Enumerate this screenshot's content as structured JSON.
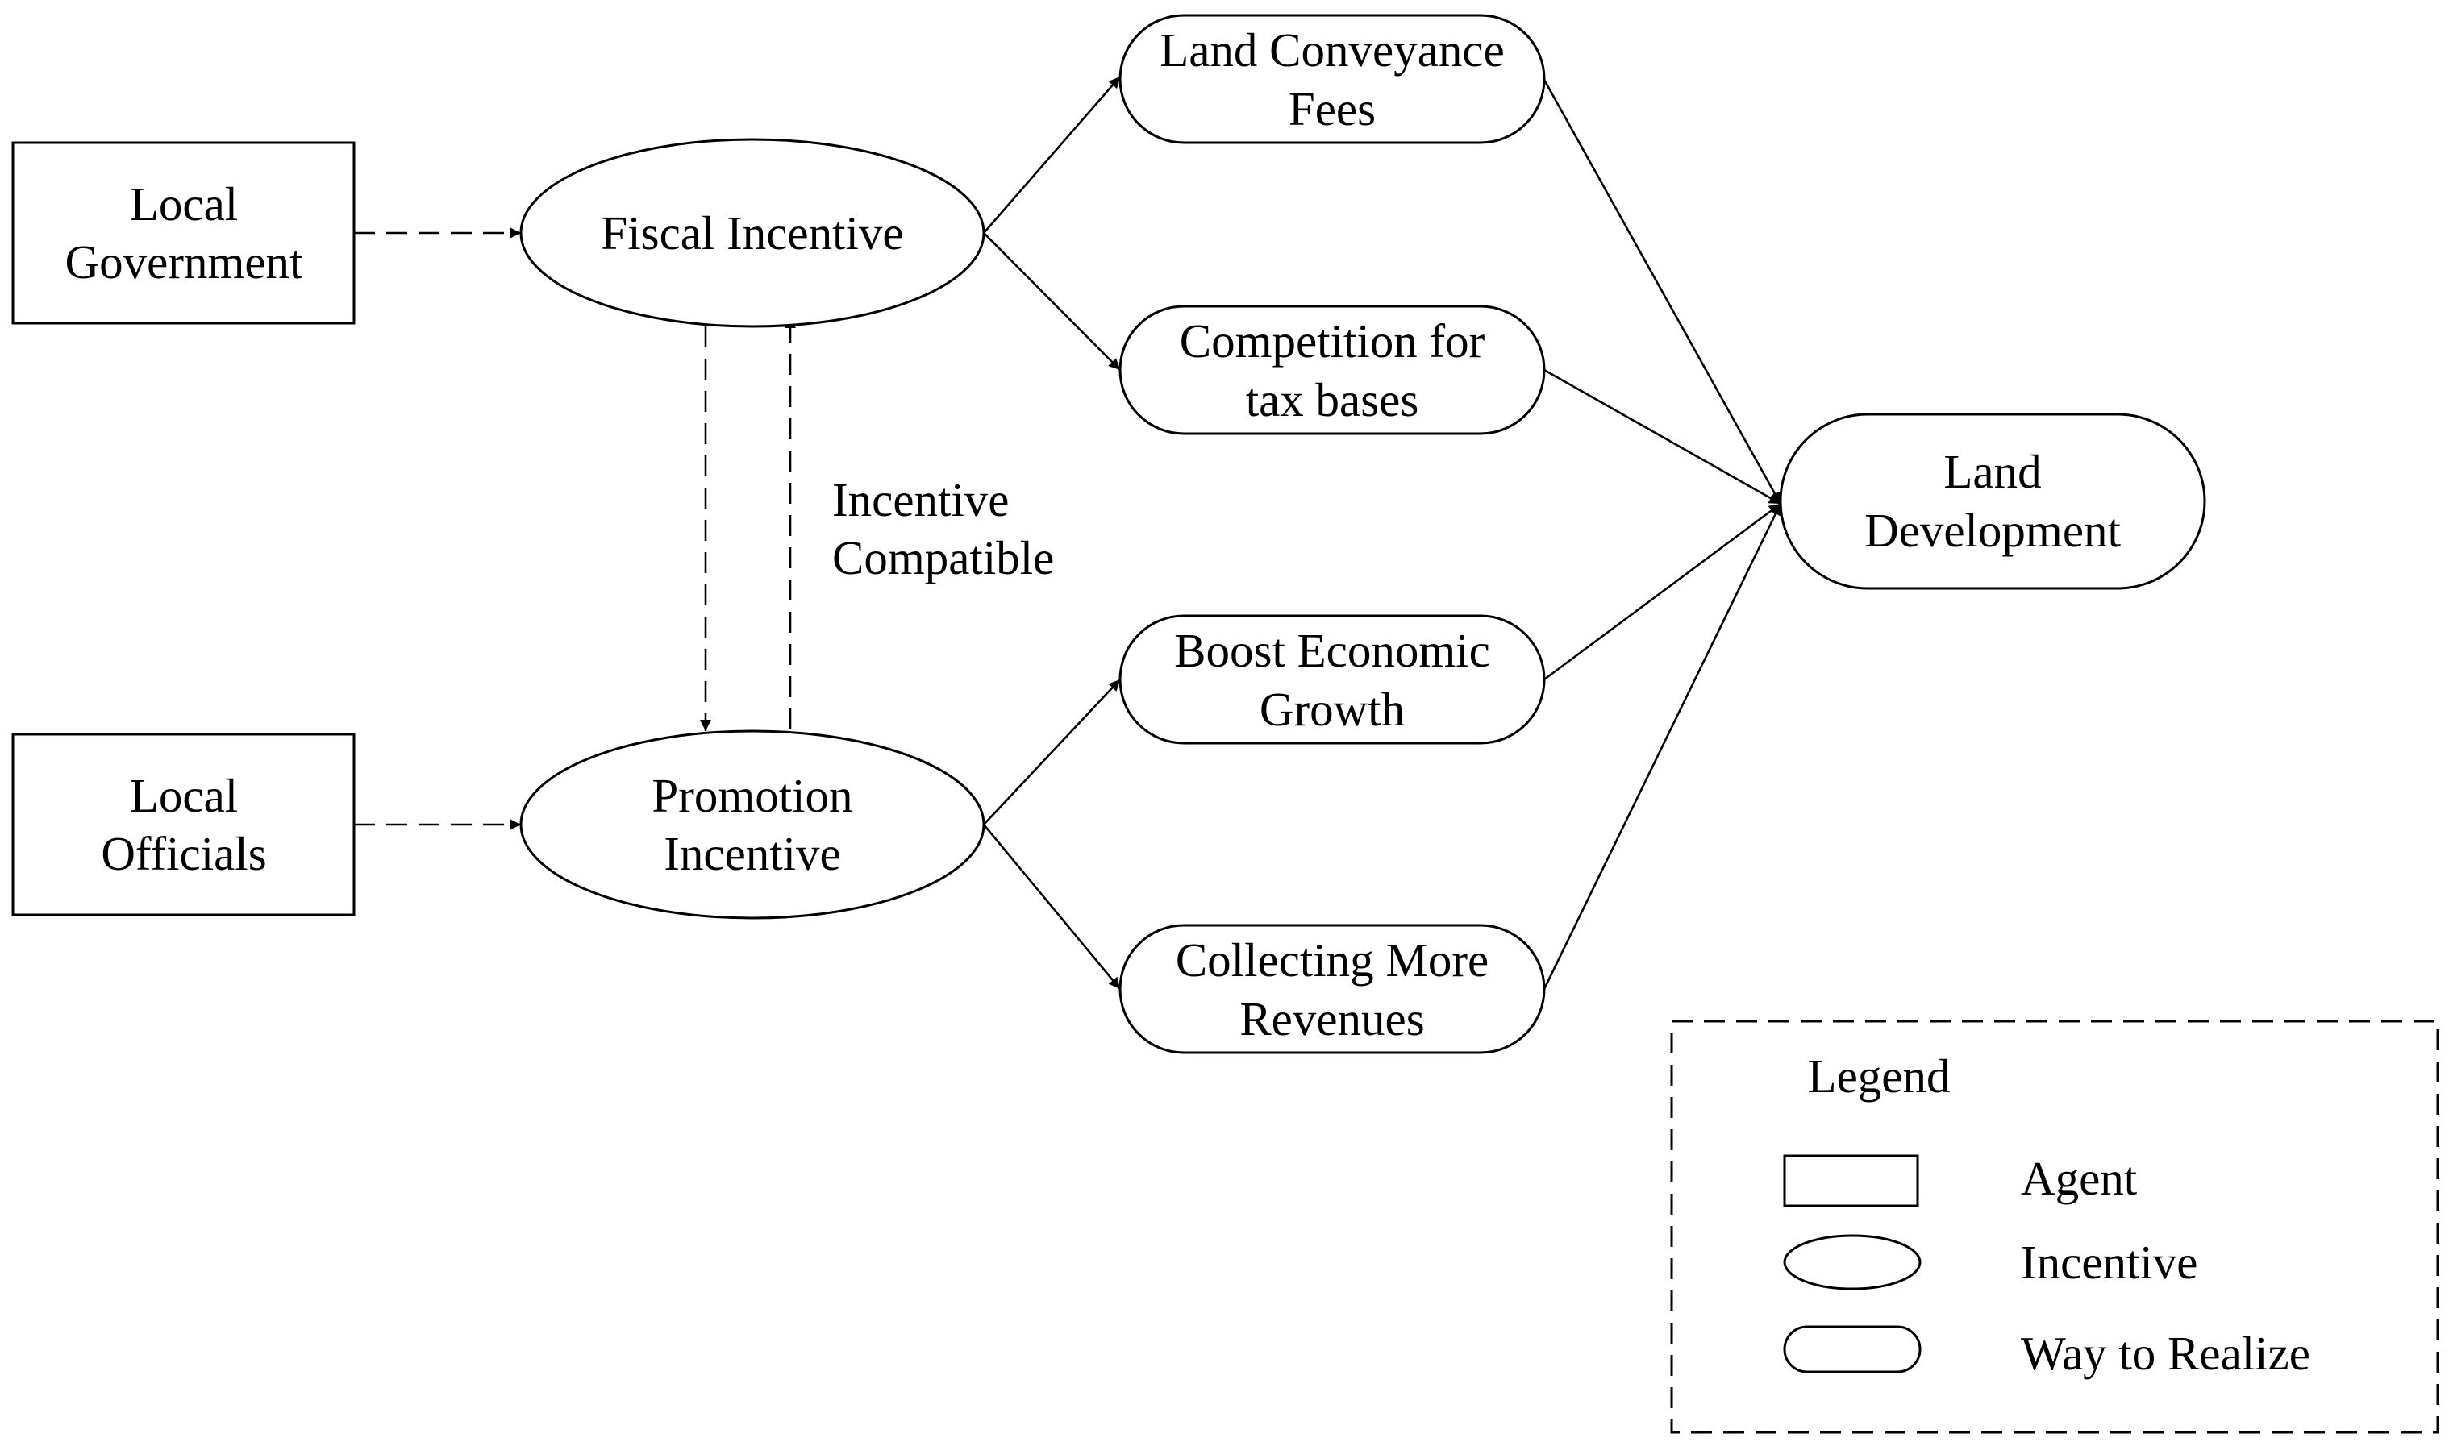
{
  "nodes": {
    "local_government": {
      "line1": "Local",
      "line2": "Government",
      "shape": "rectangle"
    },
    "local_officials": {
      "line1": "Local",
      "line2": "Officials",
      "shape": "rectangle"
    },
    "fiscal_incentive": {
      "line1": "Fiscal Incentive",
      "shape": "ellipse"
    },
    "promotion_incentive": {
      "line1": "Promotion",
      "line2": "Incentive",
      "shape": "ellipse"
    },
    "land_conveyance_fees": {
      "line1": "Land Conveyance",
      "line2": "Fees",
      "shape": "rounded-rectangle"
    },
    "competition_tax_bases": {
      "line1": "Competition for",
      "line2": "tax bases",
      "shape": "rounded-rectangle"
    },
    "boost_economic_growth": {
      "line1": "Boost Economic",
      "line2": "Growth",
      "shape": "rounded-rectangle"
    },
    "collecting_more_revenues": {
      "line1": "Collecting More",
      "line2": "Revenues",
      "shape": "rounded-rectangle"
    },
    "land_development": {
      "line1": "Land",
      "line2": "Development",
      "shape": "rounded-rectangle"
    }
  },
  "annotation": {
    "incentive_compatible": {
      "line1": "Incentive",
      "line2": "Compatible"
    }
  },
  "edges": [
    {
      "from": "local_government",
      "to": "fiscal_incentive",
      "style": "dashed"
    },
    {
      "from": "local_officials",
      "to": "promotion_incentive",
      "style": "dashed"
    },
    {
      "from": "fiscal_incentive",
      "to": "promotion_incentive",
      "style": "dashed"
    },
    {
      "from": "promotion_incentive",
      "to": "fiscal_incentive",
      "style": "dashed"
    },
    {
      "from": "fiscal_incentive",
      "to": "land_conveyance_fees",
      "style": "solid"
    },
    {
      "from": "fiscal_incentive",
      "to": "competition_tax_bases",
      "style": "solid"
    },
    {
      "from": "promotion_incentive",
      "to": "boost_economic_growth",
      "style": "solid"
    },
    {
      "from": "promotion_incentive",
      "to": "collecting_more_revenues",
      "style": "solid"
    },
    {
      "from": "land_conveyance_fees",
      "to": "land_development",
      "style": "solid"
    },
    {
      "from": "competition_tax_bases",
      "to": "land_development",
      "style": "solid"
    },
    {
      "from": "boost_economic_growth",
      "to": "land_development",
      "style": "solid"
    },
    {
      "from": "collecting_more_revenues",
      "to": "land_development",
      "style": "solid"
    }
  ],
  "legend": {
    "title": "Legend",
    "items": [
      {
        "label": "Agent",
        "shape": "rectangle"
      },
      {
        "label": "Incentive",
        "shape": "ellipse"
      },
      {
        "label": "Way to Realize",
        "shape": "rounded-rectangle"
      }
    ]
  },
  "colors": {
    "stroke": "#000000",
    "fill": "#ffffff",
    "text": "#000000"
  }
}
